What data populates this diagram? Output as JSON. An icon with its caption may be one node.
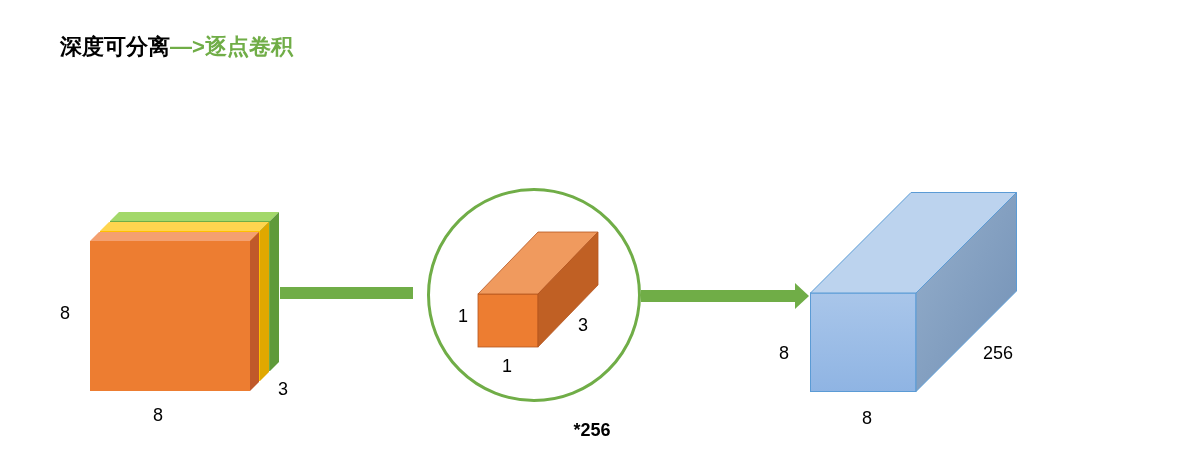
{
  "diagram": {
    "title": "深度可分离",
    "nodes": [
      {
        "text": [],
        "shape": "box"
      },
      {
        "text": [],
        "shape": "circle"
      },
      {
        "text": [],
        "shape": "box"
      }
    ],
    "edges": [
      {
        "from": 0,
        "to": 1,
        "arrow": "none"
      },
      {
        "from": 1,
        "to": 2,
        "arrow": "to"
      }
    ],
    "labels": [
      "—>逐点卷积",
      "8",
      "8",
      "3",
      "1",
      "3",
      "1",
      "*256",
      "8",
      "256",
      "8"
    ]
  }
}
